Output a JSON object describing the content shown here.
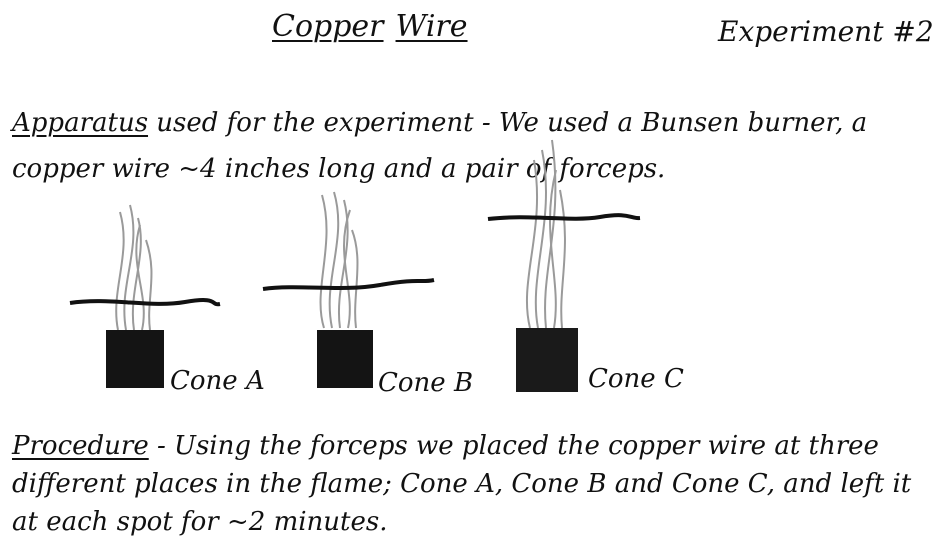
{
  "header": {
    "title_word_1": "Copper",
    "title_word_2": "Wire",
    "experiment": "Experiment #2"
  },
  "apparatus": {
    "heading": "Apparatus",
    "text": " used for the experiment - We used a Bunsen burner, a copper wire ~4 inches long and a pair of forceps."
  },
  "figure": {
    "cones": [
      {
        "label": "Cone A"
      },
      {
        "label": "Cone B"
      },
      {
        "label": "Cone C"
      }
    ]
  },
  "procedure": {
    "heading": "Procedure",
    "text": " - Using the forceps we placed the copper wire at three different places in the flame; Cone A, Cone B and Cone C, and left it at each spot for ~2 minutes."
  }
}
